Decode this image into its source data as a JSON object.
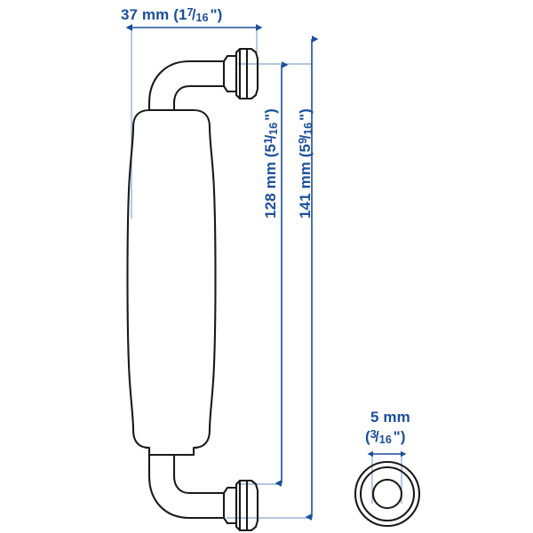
{
  "drawing": {
    "title": "Handle technical dimension drawing",
    "background_color": "#ffffff",
    "outline_color": "#1a1a1a",
    "dimension_color": "#1b4f9c",
    "extension_color": "#9bb4d6"
  },
  "dimensions": {
    "width": {
      "id": "overall-width",
      "mm": "37 mm",
      "metric_text": "37 mm",
      "inch_whole": "(1",
      "inch_num": "7",
      "inch_bar": "/",
      "inch_den": "16",
      "inch_close": "\")",
      "full_text": "37 mm (1 7/16\")",
      "orientation": "horizontal"
    },
    "center_to_center": {
      "id": "center-to-center-height",
      "metric_text": "128 mm",
      "inch_whole": "(5",
      "inch_num": "1",
      "inch_bar": "/",
      "inch_den": "16",
      "inch_close": "\")",
      "full_text": "128 mm (5 1/16\")",
      "orientation": "vertical"
    },
    "overall_height": {
      "id": "overall-height",
      "metric_text": "141 mm",
      "inch_whole": "(5",
      "inch_num": "9",
      "inch_bar": "/",
      "inch_den": "16",
      "inch_close": "\")",
      "full_text": "141 mm (5 9/16\")",
      "orientation": "vertical"
    },
    "screw_diameter": {
      "id": "screw-diameter",
      "metric_text": "5 mm",
      "inch_open": "(",
      "inch_num": "3",
      "inch_bar": "/",
      "inch_den": "16",
      "inch_close": "\")",
      "full_text": "5 mm (3/16\")",
      "orientation": "horizontal"
    }
  },
  "views": {
    "side_view": {
      "name": "handle-side-view",
      "description": "D-shaped cabinet pull handle, side elevation"
    },
    "section_view": {
      "name": "screw-boss-section-view",
      "description": "Circular end view of mounting boss with concentric rings"
    }
  }
}
